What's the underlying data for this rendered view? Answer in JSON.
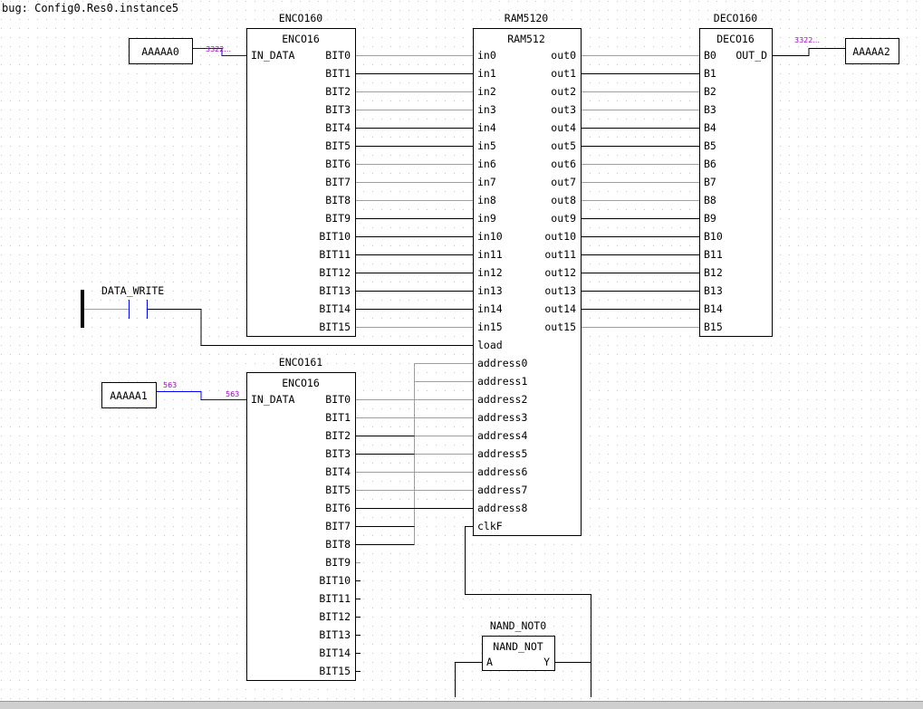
{
  "title": "bug: Config0.Res0.instance5",
  "colors": {
    "grid": "#c4c4c4",
    "active": "#44dd44",
    "inactive": "#000000",
    "wire_blue": "#0000ff",
    "value": "#a000c0"
  },
  "variables": {
    "in0": {
      "name": "AAAAA0",
      "value": "3322..."
    },
    "in1": {
      "name": "AAAAA1",
      "value_left": "563",
      "value_right": "563"
    },
    "out": {
      "name": "AAAAA2",
      "value": "3322..."
    }
  },
  "contact": {
    "name": "DATA_WRITE"
  },
  "enc0": {
    "instance": "ENCO160",
    "type": "ENCO16",
    "input": "IN_DATA",
    "outputs": [
      "BIT0",
      "BIT1",
      "BIT2",
      "BIT3",
      "BIT4",
      "BIT5",
      "BIT6",
      "BIT7",
      "BIT8",
      "BIT9",
      "BIT10",
      "BIT11",
      "BIT12",
      "BIT13",
      "BIT14",
      "BIT15"
    ],
    "active": [
      true,
      false,
      true,
      true,
      false,
      false,
      true,
      true,
      true,
      false,
      false,
      false,
      false,
      false,
      false,
      true
    ]
  },
  "enc1": {
    "instance": "ENCO161",
    "type": "ENCO16",
    "input": "IN_DATA",
    "outputs": [
      "BIT0",
      "BIT1",
      "BIT2",
      "BIT3",
      "BIT4",
      "BIT5",
      "BIT6",
      "BIT7",
      "BIT8",
      "BIT9",
      "BIT10",
      "BIT11",
      "BIT12",
      "BIT13",
      "BIT14",
      "BIT15"
    ],
    "active": [
      true,
      true,
      false,
      false,
      true,
      true,
      false,
      false,
      false,
      true,
      false,
      false,
      false,
      false,
      false,
      false
    ]
  },
  "ram": {
    "instance": "RAM5120",
    "type": "RAM512",
    "inputs": [
      "in0",
      "in1",
      "in2",
      "in3",
      "in4",
      "in5",
      "in6",
      "in7",
      "in8",
      "in9",
      "in10",
      "in11",
      "in12",
      "in13",
      "in14",
      "in15",
      "load",
      "address0",
      "address1",
      "address2",
      "address3",
      "address4",
      "address5",
      "address6",
      "address7",
      "address8",
      "clkF"
    ],
    "outputs": [
      "out0",
      "out1",
      "out2",
      "out3",
      "out4",
      "out5",
      "out6",
      "out7",
      "out8",
      "out9",
      "out10",
      "out11",
      "out12",
      "out13",
      "out14",
      "out15"
    ],
    "out_active": [
      true,
      false,
      true,
      true,
      false,
      false,
      true,
      true,
      true,
      false,
      false,
      false,
      false,
      false,
      false,
      true
    ]
  },
  "dec": {
    "instance": "DECO160",
    "type": "DECO16",
    "output": "OUT_D",
    "inputs": [
      "B0",
      "B1",
      "B2",
      "B3",
      "B4",
      "B5",
      "B6",
      "B7",
      "B8",
      "B9",
      "B10",
      "B11",
      "B12",
      "B13",
      "B14",
      "B15"
    ]
  },
  "nand": {
    "instance": "NAND_NOT0",
    "type": "NAND_NOT",
    "input": "A",
    "output": "Y"
  }
}
